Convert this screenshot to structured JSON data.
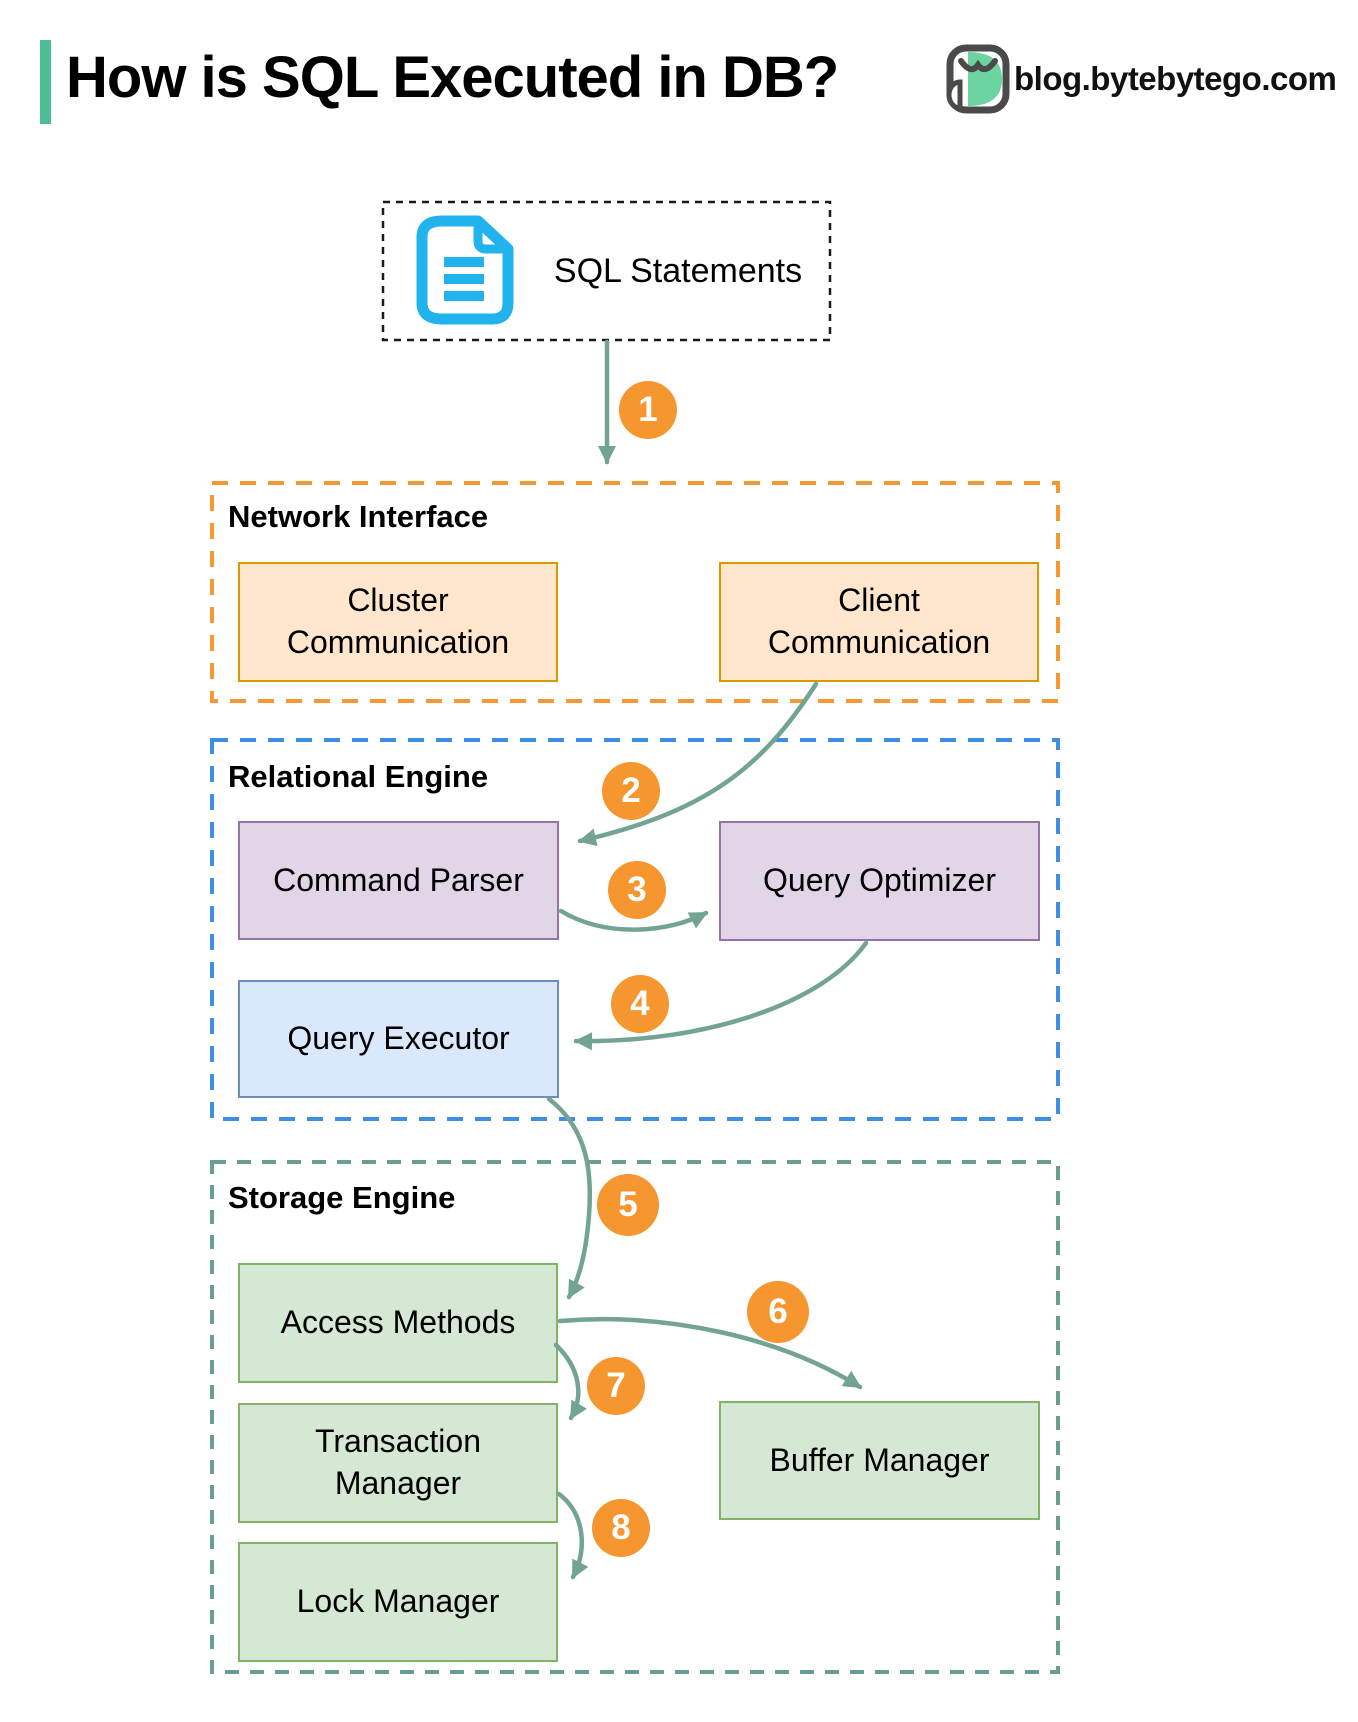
{
  "header": {
    "title": "How is SQL Executed in DB?",
    "site": "blog.bytebytego.com"
  },
  "source": {
    "label": "SQL Statements",
    "icon": "document-icon"
  },
  "sections": [
    {
      "label": "Network Interface",
      "border_color": "#F59733",
      "boxes": [
        {
          "label": "Cluster Communication"
        },
        {
          "label": "Client Communication"
        }
      ]
    },
    {
      "label": "Relational Engine",
      "border_color": "#3E8EE2",
      "boxes": [
        {
          "label": "Command Parser"
        },
        {
          "label": "Query Optimizer"
        },
        {
          "label": "Query Executor"
        }
      ]
    },
    {
      "label": "Storage Engine",
      "border_color": "#6B9E92",
      "boxes": [
        {
          "label": "Access Methods"
        },
        {
          "label": "Transaction Manager"
        },
        {
          "label": "Lock Manager"
        },
        {
          "label": "Buffer Manager"
        }
      ]
    }
  ],
  "steps": [
    "1",
    "2",
    "3",
    "4",
    "5",
    "6",
    "7",
    "8"
  ],
  "edges": [
    {
      "step": "1",
      "from": "SQL Statements",
      "to": "Network Interface"
    },
    {
      "step": "2",
      "from": "Client Communication",
      "to": "Command Parser"
    },
    {
      "step": "3",
      "from": "Command Parser",
      "to": "Query Optimizer"
    },
    {
      "step": "4",
      "from": "Query Optimizer",
      "to": "Query Executor"
    },
    {
      "step": "5",
      "from": "Query Executor",
      "to": "Access Methods"
    },
    {
      "step": "6",
      "from": "Access Methods",
      "to": "Buffer Manager"
    },
    {
      "step": "7",
      "from": "Access Methods",
      "to": "Transaction Manager"
    },
    {
      "step": "8",
      "from": "Transaction Manager",
      "to": "Lock Manager"
    }
  ],
  "palette": {
    "accent": "#4FBE92",
    "arrow": "#73A491",
    "step_circle": "#F5962E",
    "network_dash": "#F59733",
    "relational_dash": "#3E8EE2",
    "storage_dash": "#6B9E92",
    "orange_box_fill": "#FFE6CC",
    "orange_box_border": "#D79B00",
    "purple_box_fill": "#E1D5E7",
    "purple_box_border": "#9673A6",
    "blue_box_fill": "#DAE8FC",
    "blue_box_border": "#6C8EBF",
    "green_box_fill": "#D5E8D4",
    "green_box_border": "#82B366",
    "document_icon": "#20B3EE"
  }
}
